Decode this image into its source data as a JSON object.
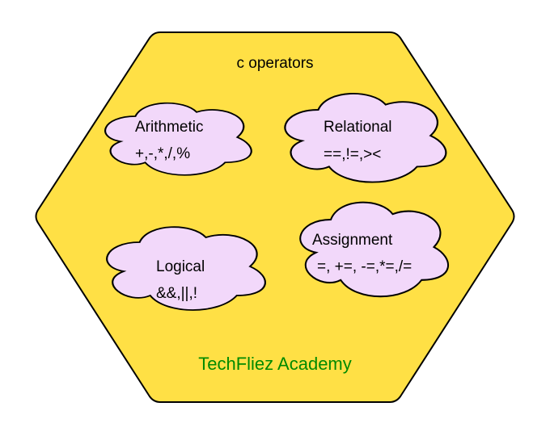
{
  "title": "c operators",
  "footer": "TechFliez Academy",
  "colors": {
    "hexagon": "#FFE045",
    "cloud": "#F2D8FA",
    "footer_text": "#008A00",
    "stroke": "#000000"
  },
  "clouds": [
    {
      "name": "Arithmetic",
      "operators": "+,-,*,/,%"
    },
    {
      "name": "Relational",
      "operators": "==,!=,><"
    },
    {
      "name": "Logical",
      "operators": "&&,||,!"
    },
    {
      "name": "Assignment",
      "operators": "=, +=, -=,*=,/="
    }
  ]
}
